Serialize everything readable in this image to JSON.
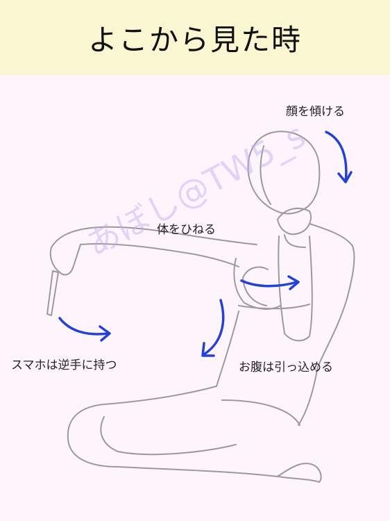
{
  "title": "よこから見た時",
  "annotations": {
    "tilt_face": "顔を傾ける",
    "twist_body": "体をひねる",
    "phone_hand": "スマホは逆手に持つ",
    "pull_belly": "お腹は引っ込める"
  },
  "watermark": "あぼし@TW5_s",
  "colors": {
    "header_bg": "#fbf6d2",
    "panel_bg": "#fdf5fb",
    "arrow": "#2340d8",
    "line": "#9a9a9a"
  }
}
